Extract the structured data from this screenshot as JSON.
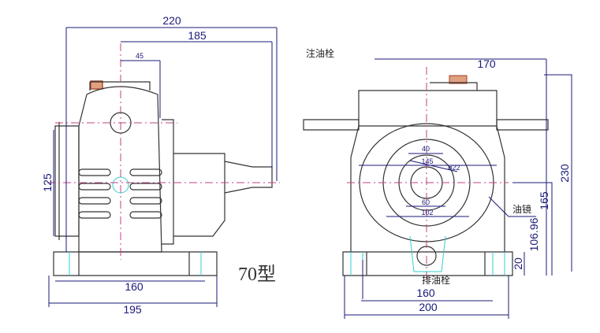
{
  "title": "70型",
  "left_view": {
    "dims": {
      "overall_length": "220",
      "shaft_length": "185",
      "small": "45",
      "height": "125",
      "base_inner": "160",
      "base_outer": "195"
    }
  },
  "right_view": {
    "labels": {
      "oil_fill_plug": "注油栓",
      "oil_sight": "油镜",
      "oil_drain_plug": "排油栓"
    },
    "dims": {
      "top": "170",
      "d40": "40",
      "d145": "145",
      "phi": "ø22",
      "d60": "60",
      "d102": "102",
      "height_total": "230",
      "height_165": "165",
      "height_106": "106.96",
      "base_h": "20",
      "base_inner": "160",
      "base_outer": "200"
    }
  }
}
